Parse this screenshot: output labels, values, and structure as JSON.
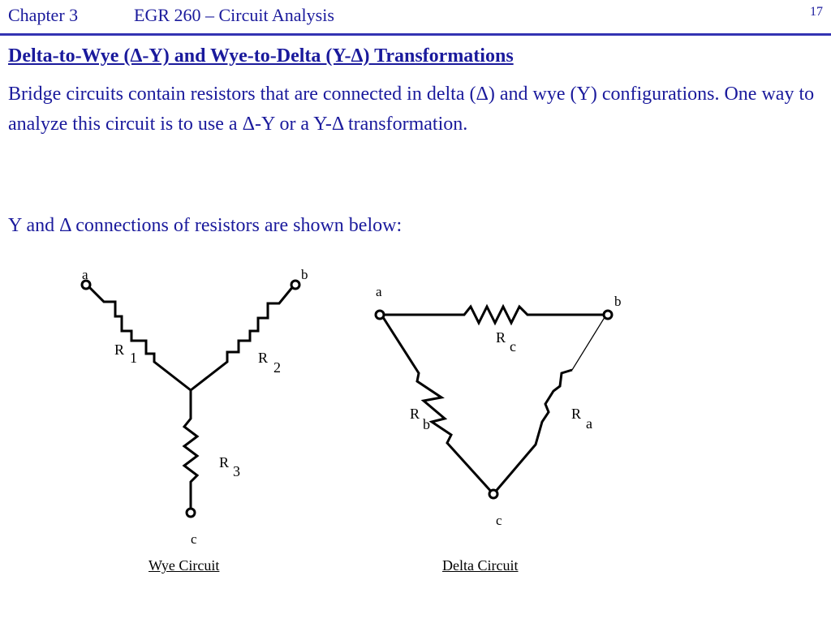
{
  "header": {
    "chapter": "Chapter 3",
    "course": "EGR 260 – Circuit Analysis",
    "page_number": "17"
  },
  "title": "Delta-to-Wye (Δ-Y) and Wye-to-Delta (Y-Δ) Transformations",
  "body": {
    "paragraph1": "Bridge circuits contain resistors that are connected in delta (Δ) and wye (Y) configurations.  One way to analyze this circuit is to use a Δ-Y or a Y-Δ transformation.",
    "paragraph2": "Y and Δ connections of resistors are shown below:"
  },
  "wye": {
    "node_a": "a",
    "node_b": "b",
    "node_c": "c",
    "r1_letter": "R",
    "r1_sub": "1",
    "r2_letter": "R",
    "r2_sub": "2",
    "r3_letter": "R",
    "r3_sub": "3",
    "caption": "Wye Circuit"
  },
  "delta": {
    "node_a": "a",
    "node_b": "b",
    "node_c": "c",
    "ra_letter": "R",
    "ra_sub": "a",
    "rb_letter": "R",
    "rb_sub": "b",
    "rc_letter": "R",
    "rc_sub": "c",
    "caption": "Delta Circuit"
  }
}
